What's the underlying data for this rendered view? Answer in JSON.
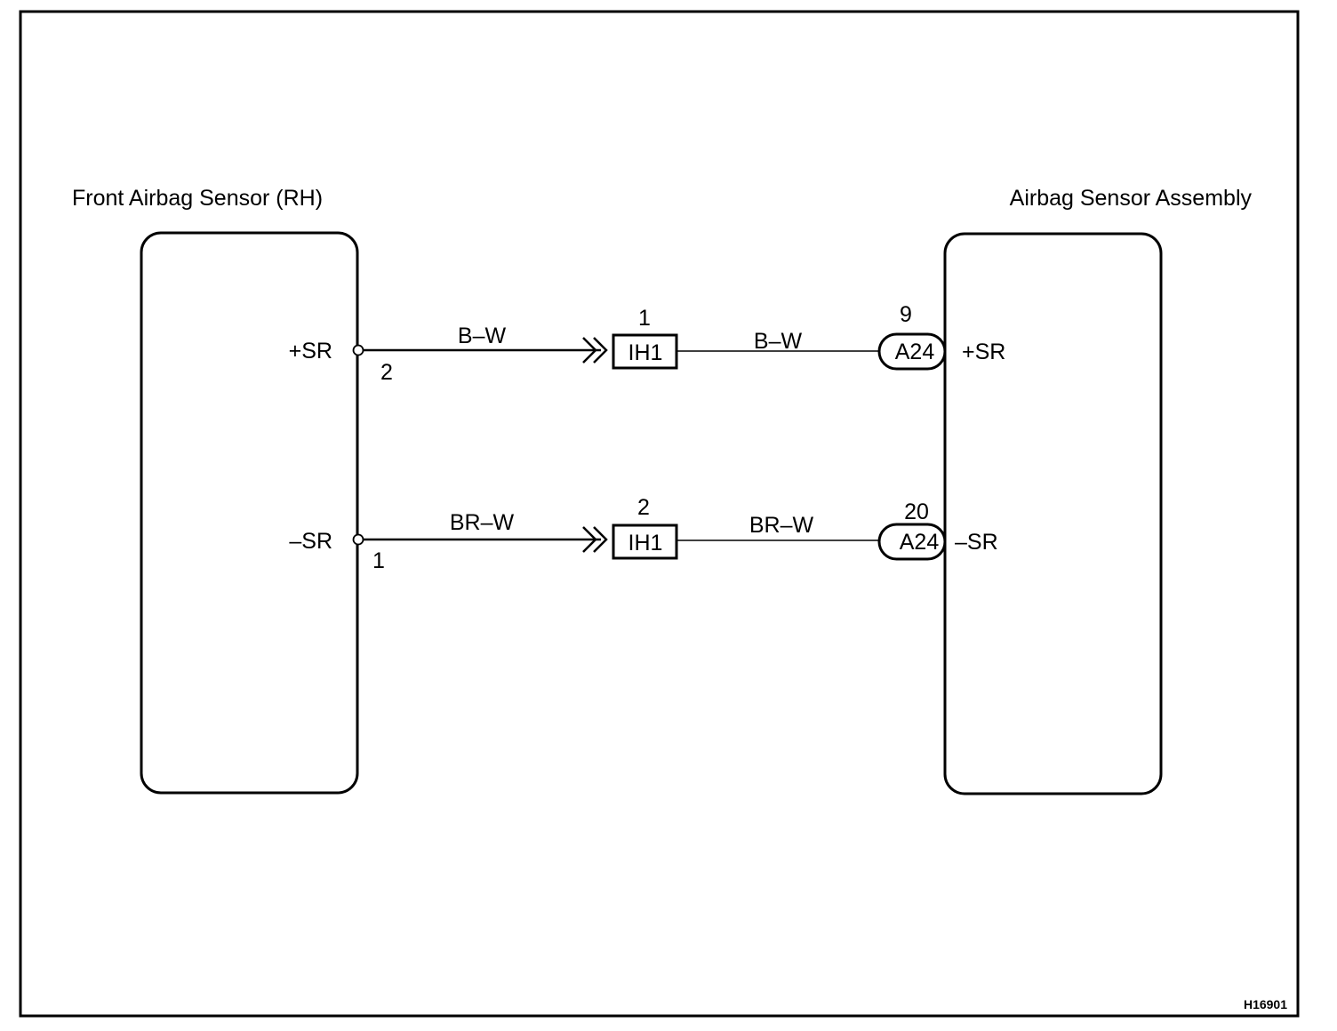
{
  "diagram_code": "H16901",
  "left_component": {
    "title": "Front Airbag Sensor (RH)",
    "pins": [
      {
        "signal": "+SR",
        "pin": "2"
      },
      {
        "signal": "–SR",
        "pin": "1"
      }
    ]
  },
  "right_component": {
    "title": "Airbag Sensor Assembly",
    "pins": [
      {
        "signal": "+SR",
        "pin": "9",
        "connector": "A24"
      },
      {
        "signal": "–SR",
        "pin": "20",
        "connector": "A24"
      }
    ]
  },
  "wires": [
    {
      "color_left": "B–W",
      "color_right": "B–W",
      "junction": {
        "name": "IH1",
        "pin": "1"
      }
    },
    {
      "color_left": "BR–W",
      "color_right": "BR–W",
      "junction": {
        "name": "IH1",
        "pin": "2"
      }
    }
  ]
}
